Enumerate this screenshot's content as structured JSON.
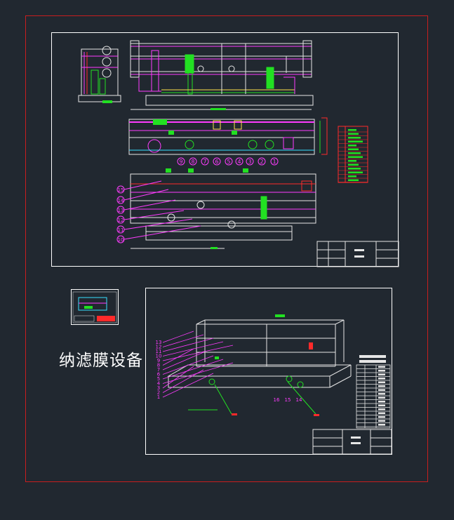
{
  "page_title": "纳滤膜设备",
  "colors": {
    "background": "#212830",
    "frame": "#c81e1e",
    "sheet_border": "#ffffff",
    "line_white": "#e6e6e6",
    "line_magenta": "#ff3cff",
    "line_green": "#22e022",
    "line_red": "#ff2a2a",
    "line_yellow": "#ffe14a",
    "line_cyan": "#38e0ff"
  },
  "drawing_1": {
    "callouts_row": [
      "9",
      "8",
      "7",
      "6",
      "5",
      "4",
      "3",
      "2",
      "1"
    ],
    "callouts_side": [
      "15",
      "14",
      "13",
      "12",
      "11",
      "10"
    ]
  },
  "drawing_2": {
    "callouts_side": [
      "13",
      "12",
      "11",
      "10",
      "9",
      "8",
      "7",
      "6",
      "5",
      "4",
      "3",
      "2",
      "1"
    ],
    "callouts_bottom": [
      "16",
      "15",
      "14"
    ]
  }
}
